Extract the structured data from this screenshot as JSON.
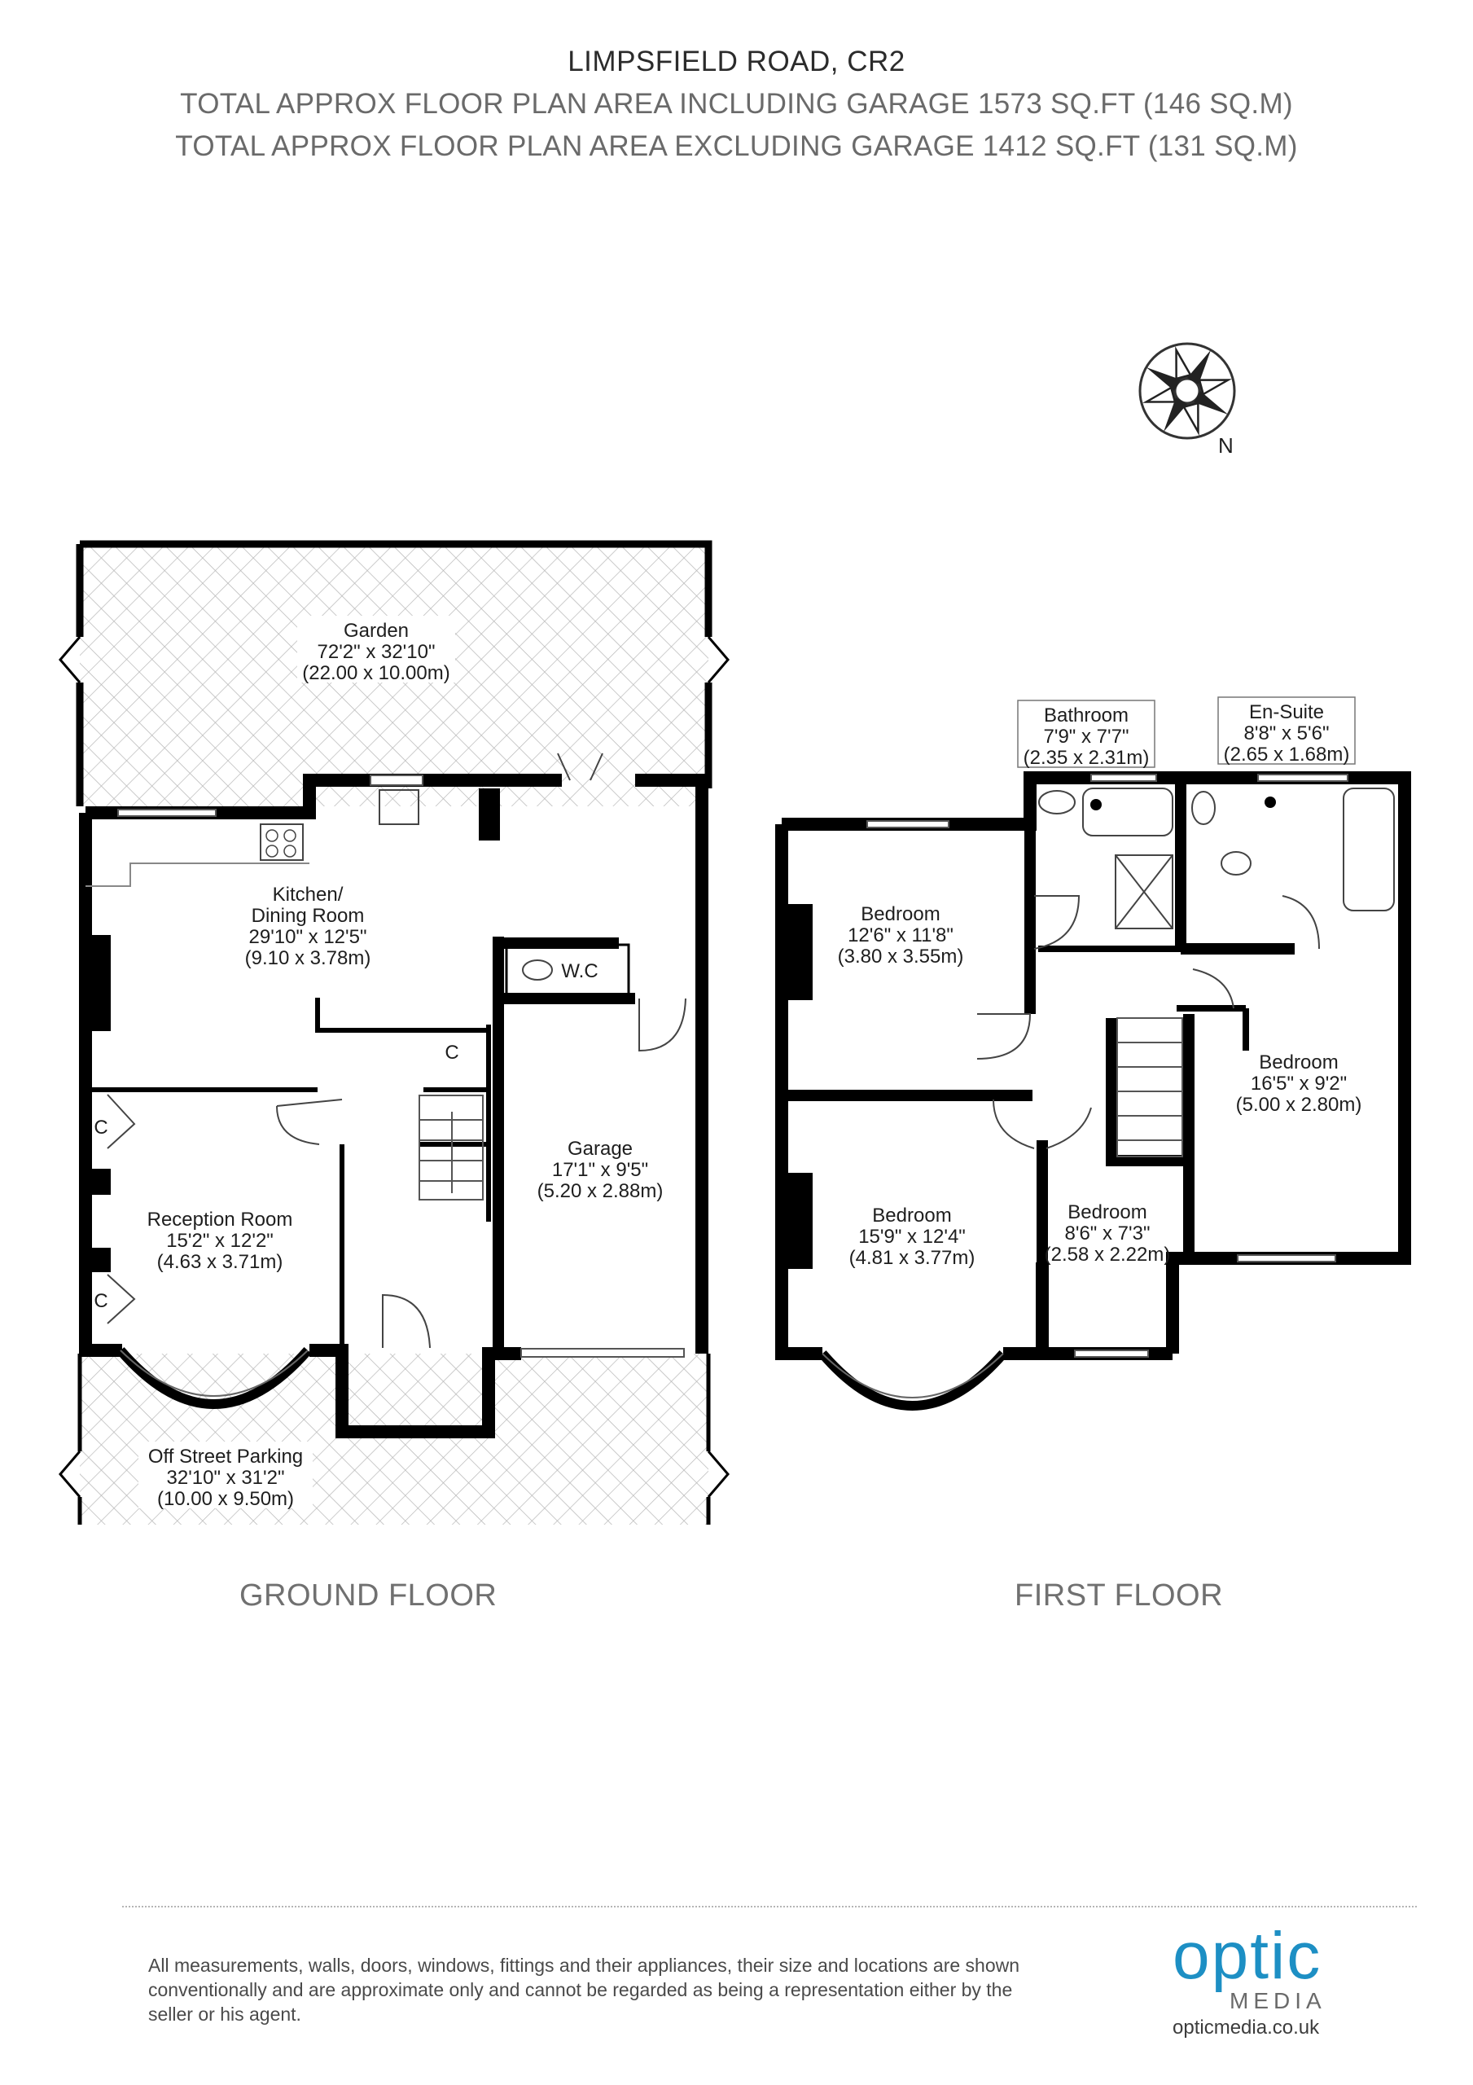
{
  "header": {
    "title": "LIMPSFIELD ROAD, CR2",
    "area_incl": "TOTAL APPROX FLOOR PLAN AREA INCLUDING GARAGE 1573 SQ.FT (146 SQ.M)",
    "area_excl": "TOTAL APPROX FLOOR PLAN AREA EXCLUDING GARAGE 1412 SQ.FT (131 SQ.M)"
  },
  "compass": {
    "north_label": "N",
    "icon": "compass-rose-icon"
  },
  "ground_floor": {
    "caption": "GROUND FLOOR",
    "rooms": {
      "garden": {
        "name": "Garden",
        "imperial": "72'2\" x 32'10\"",
        "metric": "(22.00 x 10.00m)"
      },
      "kitchen": {
        "name1": "Kitchen/",
        "name2": "Dining Room",
        "imperial": "29'10\" x 12'5\"",
        "metric": "(9.10 x 3.78m)"
      },
      "wc": {
        "name": "W.C"
      },
      "reception": {
        "name": "Reception Room",
        "imperial": "15'2\" x 12'2\"",
        "metric": "(4.63 x 3.71m)"
      },
      "garage": {
        "name": "Garage",
        "imperial": "17'1\" x 9'5\"",
        "metric": "(5.20 x 2.88m)"
      },
      "parking": {
        "name": "Off Street Parking",
        "imperial": "32'10\" x 31'2\"",
        "metric": "(10.00 x 9.50m)"
      },
      "cupboard": {
        "name": "C"
      }
    }
  },
  "first_floor": {
    "caption": "FIRST FLOOR",
    "rooms": {
      "bathroom": {
        "name": "Bathroom",
        "imperial": "7'9\" x 7'7\"",
        "metric": "(2.35 x 2.31m)"
      },
      "ensuite": {
        "name": "En-Suite",
        "imperial": "8'8\" x 5'6\"",
        "metric": "(2.65 x 1.68m)"
      },
      "bedroom_1": {
        "name": "Bedroom",
        "imperial": "12'6\" x 11'8\"",
        "metric": "(3.80 x 3.55m)"
      },
      "bedroom_2": {
        "name": "Bedroom",
        "imperial": "16'5\" x 9'2\"",
        "metric": "(5.00 x 2.80m)"
      },
      "bedroom_3": {
        "name": "Bedroom",
        "imperial": "15'9\" x 12'4\"",
        "metric": "(4.81 x 3.77m)"
      },
      "bedroom_4": {
        "name": "Bedroom",
        "imperial": "8'6\" x 7'3\"",
        "metric": "(2.58 x 2.22m)"
      }
    }
  },
  "footer": {
    "disclaimer": "All measurements, walls, doors, windows, fittings and their appliances, their size and locations are shown conventionally and are approximate only and cannot be regarded as being a representation either by the seller or his agent.",
    "logo_word": "optic",
    "logo_sub": "MEDIA",
    "logo_url": "opticmedia.co.uk"
  },
  "colors": {
    "wall": "#000000",
    "hatch": "#b8b8b8",
    "brand": "#1d8fc4",
    "text": "#1e1e1e"
  }
}
